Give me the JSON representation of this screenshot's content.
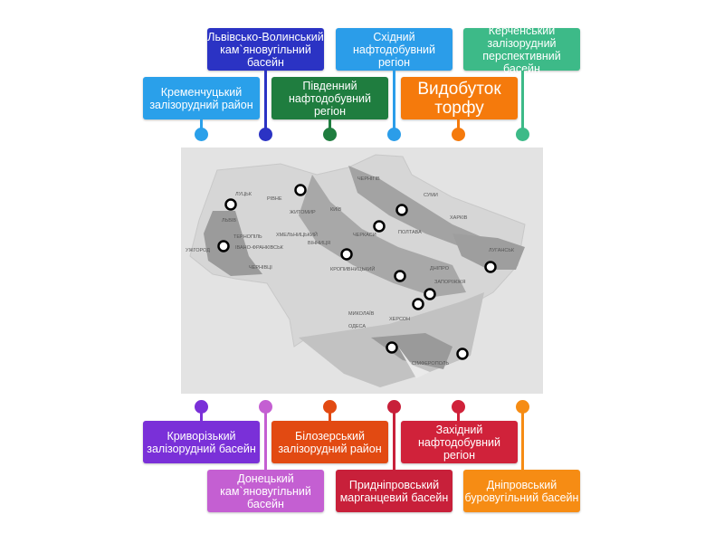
{
  "labels_top": [
    {
      "text": "Кременчуцький залізорудний район",
      "color": "#2aa0ea"
    },
    {
      "text": "Львівсько-Волинський кам`яновугільний басейн",
      "color": "#2b33c4"
    },
    {
      "text": "Південний нафтодобувний регіон",
      "color": "#1f7d3f"
    },
    {
      "text": "Східний нафтодобувний регіон",
      "color": "#2b9de9"
    },
    {
      "text": "Видобуток торфу",
      "color": "#f57a0c"
    },
    {
      "text": "Керченський залізорудний перспективний басейн",
      "color": "#3dba88"
    }
  ],
  "labels_bottom": [
    {
      "text": "Криворізький залізорудний басейн",
      "color": "#7a30d8"
    },
    {
      "text": "Донецький кам`яновугільний басейн",
      "color": "#c45fd2"
    },
    {
      "text": "Білозерський залізорудний район",
      "color": "#e24a12"
    },
    {
      "text": "Придніпровський марганцевий басейн",
      "color": "#c8203a"
    },
    {
      "text": "Західний нафтодобувний регіон",
      "color": "#d0223a"
    },
    {
      "text": "Дніпровський буровугільний басейн",
      "color": "#f68c14"
    }
  ],
  "map": {
    "cities": [
      "ЛУЦЬК",
      "РІВНЕ",
      "ЛЬВІВ",
      "ТЕРНОПІЛЬ",
      "УЖГОРОД",
      "ІВАНО-ФРАНКІВСЬК",
      "ЧЕРНІВЦІ",
      "ЖИТОМИР",
      "КИЇВ",
      "ВІННИЦЯ",
      "ХМЕЛЬНИЦЬКИЙ",
      "ЧЕРКАСИ",
      "ЧЕРНІГІВ",
      "СУМИ",
      "ХАРКІВ",
      "ПОЛТАВА",
      "КРОПИВНИЦЬКИЙ",
      "ДНІПРО",
      "ЗАПОРІЖЖЯ",
      "ЛУГАНСЬК",
      "МИКОЛАЇВ",
      "ХЕРСОН",
      "ОДЕСА",
      "СІМФЕРОПОЛЬ"
    ]
  }
}
